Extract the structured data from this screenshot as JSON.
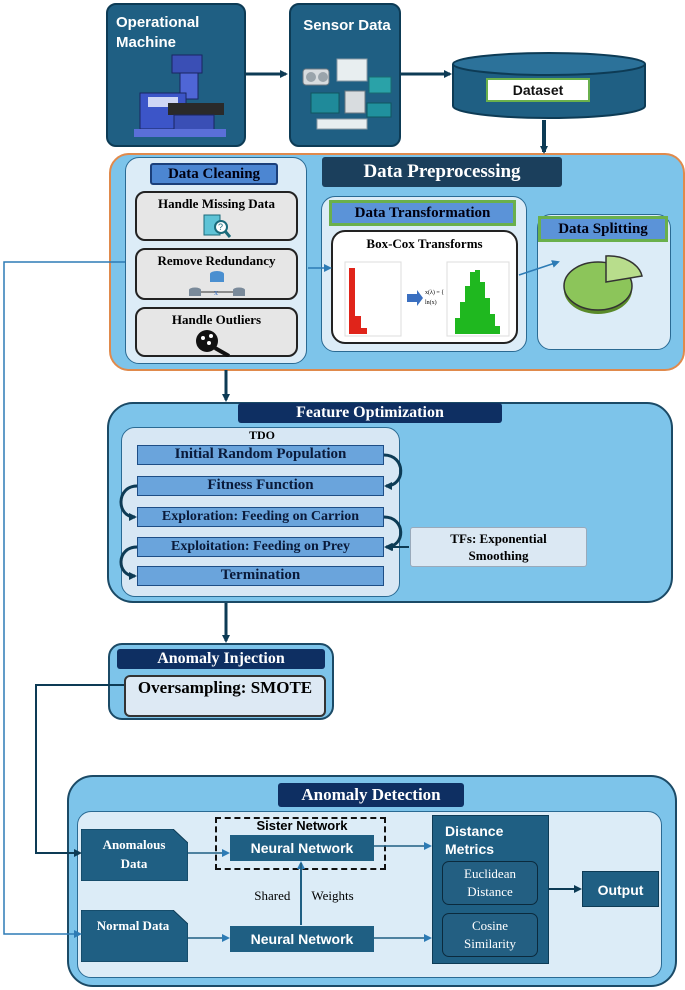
{
  "top": {
    "machine_label": "Operational Machine",
    "sensor_label": "Sensor Data",
    "dataset_label": "Dataset"
  },
  "preprocessing": {
    "title": "Data Preprocessing",
    "cleaning_title": "Data Cleaning",
    "cleaning_steps": [
      "Handle Missing Data",
      "Remove Redundancy",
      "Handle Outliers"
    ],
    "transformation_title": "Data Transformation",
    "boxcox_label": "Box-Cox Transforms",
    "splitting_title": "Data Splitting"
  },
  "feature_optimization": {
    "title": "Feature Optimization",
    "algorithm": "TDO",
    "steps": [
      "Initial Random Population",
      "Fitness Function",
      "Exploration: Feeding on Carrion",
      "Exploitation: Feeding on Prey",
      "Termination"
    ],
    "tf_label": "TFs: Exponential Smoothing"
  },
  "anomaly_injection": {
    "title": "Anomaly Injection",
    "method": "Oversampling: SMOTE"
  },
  "anomaly_detection": {
    "title": "Anomaly Detection",
    "sister_network": "Sister Network",
    "anomalous_data": "Anomalous Data",
    "normal_data": "Normal Data",
    "neural_network": "Neural Network",
    "shared_weights": "Shared Weights",
    "distance_title": "Distance Metrics",
    "metrics": [
      "Euclidean Distance",
      "Cosine Similarity"
    ],
    "output": "Output"
  },
  "colors": {
    "dark_blue": "#1f5f83",
    "light_panel": "#7dc4ea",
    "orange_border": "#e08a4c",
    "green_border": "#6ab04c"
  }
}
